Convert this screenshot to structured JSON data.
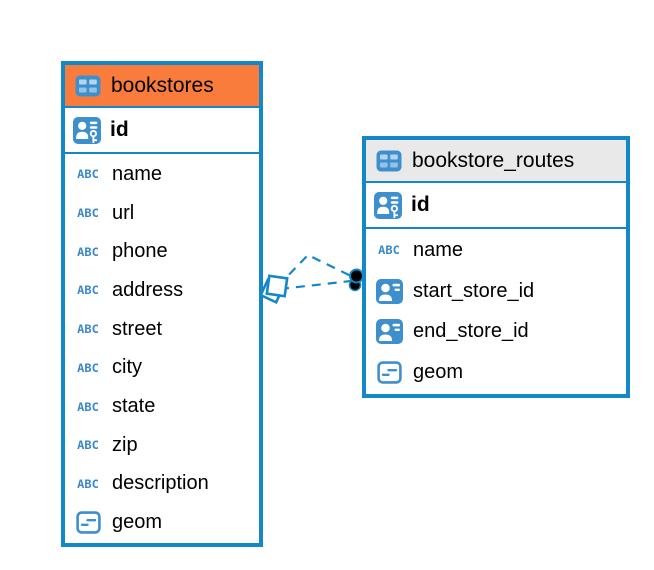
{
  "canvas": {
    "background": "#ffffff"
  },
  "colors": {
    "accent_blue": "#1487c8",
    "icon_blue": "#3e8fce",
    "abc_blue": "#3a87c9",
    "header_orange": "#f97c3d",
    "header_gray": "#e9e9e9",
    "text": "#000000"
  },
  "icons": {
    "text_type_label": "ABC"
  },
  "tables": [
    {
      "name": "bookstores",
      "header_style": "orange",
      "primary_key": {
        "name": "id",
        "type": "primary-key"
      },
      "fields": [
        {
          "name": "name",
          "type": "text"
        },
        {
          "name": "url",
          "type": "text"
        },
        {
          "name": "phone",
          "type": "text"
        },
        {
          "name": "address",
          "type": "text"
        },
        {
          "name": "street",
          "type": "text"
        },
        {
          "name": "city",
          "type": "text"
        },
        {
          "name": "state",
          "type": "text"
        },
        {
          "name": "zip",
          "type": "text"
        },
        {
          "name": "description",
          "type": "text"
        },
        {
          "name": "geom",
          "type": "geometry"
        }
      ]
    },
    {
      "name": "bookstore_routes",
      "header_style": "gray",
      "primary_key": {
        "name": "id",
        "type": "primary-key"
      },
      "fields": [
        {
          "name": "name",
          "type": "text"
        },
        {
          "name": "start_store_id",
          "type": "foreign-key"
        },
        {
          "name": "end_store_id",
          "type": "foreign-key"
        },
        {
          "name": "geom",
          "type": "geometry"
        }
      ]
    }
  ],
  "relationships": [
    {
      "from_table": "bookstore_routes",
      "to_table": "bookstores",
      "line_style": "dashed"
    },
    {
      "from_table": "bookstore_routes",
      "to_table": "bookstores",
      "line_style": "dashed"
    }
  ]
}
